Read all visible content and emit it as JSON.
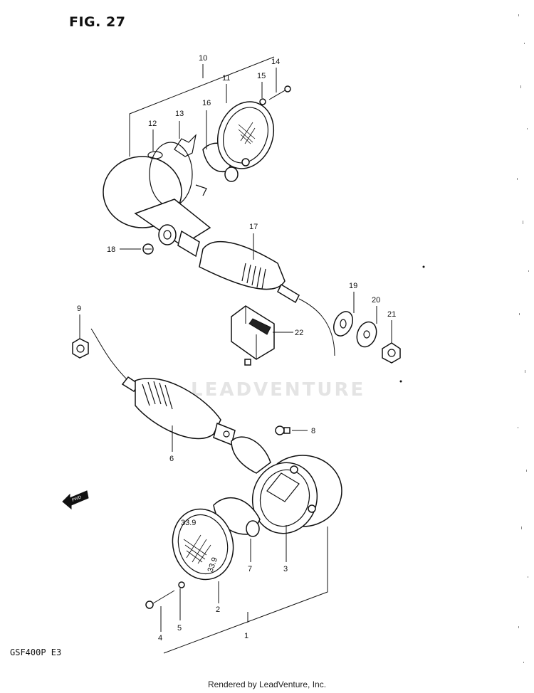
{
  "figure": {
    "title": "FIG. 27"
  },
  "model_code": "GSF400P  E3",
  "footer": "Rendered by LeadVenture, Inc.",
  "watermark": "LEADVENTURE",
  "fwd_label": "FWD",
  "callouts": [
    "1",
    "2",
    "3",
    "4",
    "5",
    "6",
    "7",
    "8",
    "9",
    "10",
    "11",
    "12",
    "13",
    "14",
    "15",
    "16",
    "17",
    "18",
    "19",
    "20",
    "21",
    "22"
  ],
  "lens_marks": [
    "33.9",
    "33.9"
  ]
}
